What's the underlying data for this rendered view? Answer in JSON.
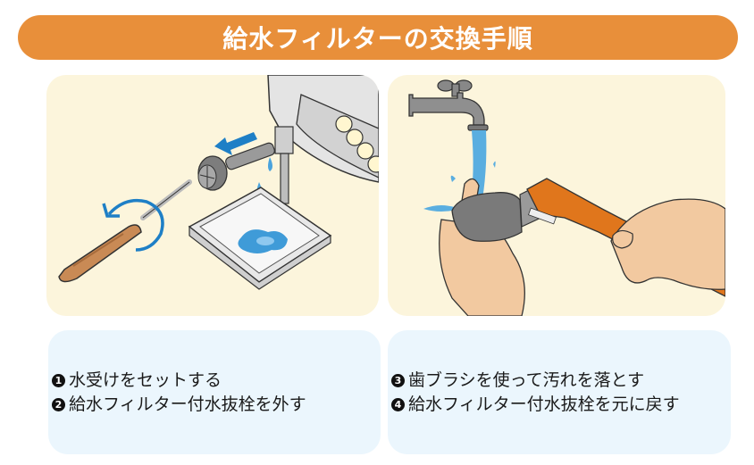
{
  "header": {
    "title": "給水フィルターの交換手順",
    "background_color": "#e88f3a",
    "text_color": "#ffffff"
  },
  "panels": [
    {
      "illustration": "remove-filter-illustration",
      "description": "Screwdriver turning counter-clockwise, filter plug pulled out (blue arrow), water dripping into a tray under the toilet",
      "background_color": "#fcf5dc"
    },
    {
      "illustration": "clean-filter-illustration",
      "description": "Hands scrubbing the filter plug with an orange toothbrush under a running faucet",
      "background_color": "#fcf5dc"
    }
  ],
  "steps_left": [
    {
      "number": "1",
      "text": "水受けをセットする"
    },
    {
      "number": "2",
      "text": "給水フィルター付水抜栓を外す"
    }
  ],
  "steps_right": [
    {
      "number": "3",
      "text": "歯ブラシを使って汚れを落とす"
    },
    {
      "number": "4",
      "text": "給水フィルター付水抜栓を元に戻す"
    }
  ],
  "colors": {
    "textbox_background": "#ebf6fd",
    "arrow_blue": "#1e7fc6",
    "water_blue": "#5aaee0",
    "brush_orange": "#e0761c",
    "handle_brown": "#c98a55",
    "skin": "#f2c9a0"
  }
}
